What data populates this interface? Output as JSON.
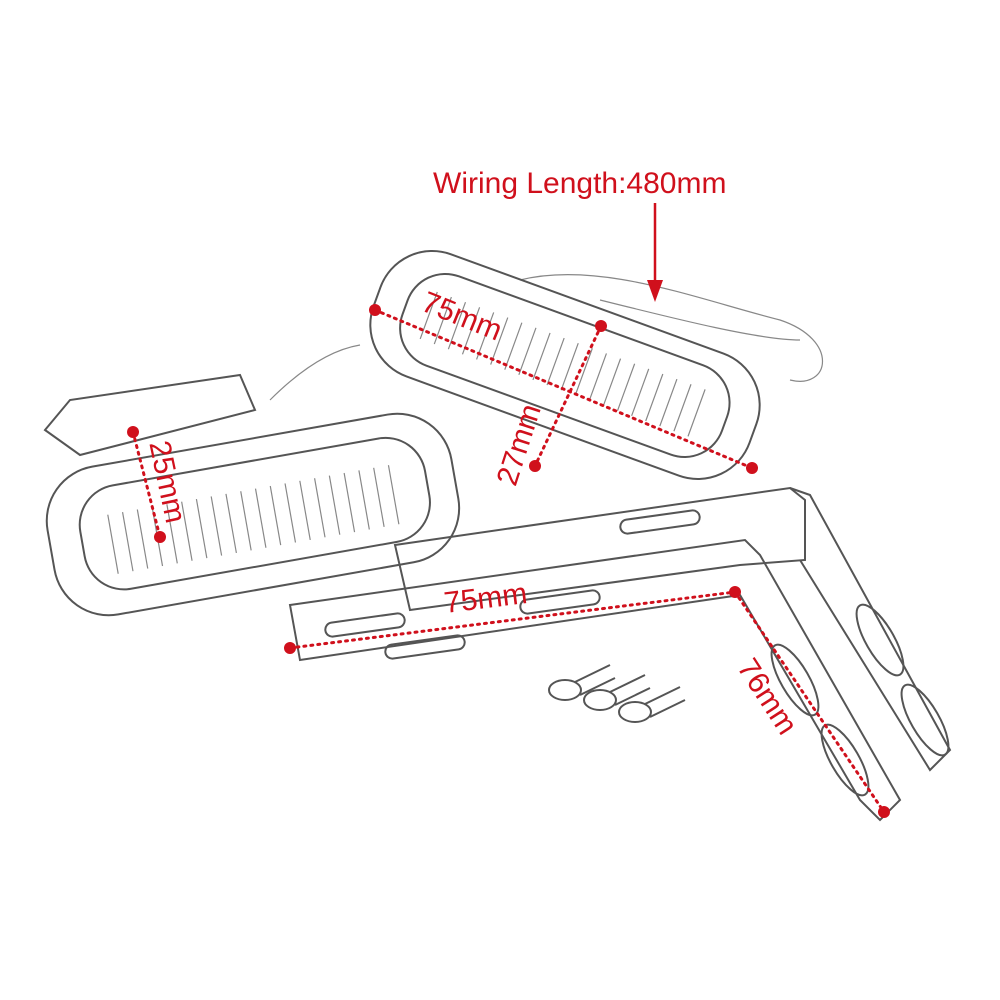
{
  "title": "Wiring Length:480mm",
  "dimensions": {
    "lamp_length_top": "75mm",
    "lamp_height_top": "27mm",
    "lamp_height_left": "25mm",
    "bracket_length": "75mm",
    "bracket_height": "76mm"
  },
  "colors": {
    "accent": "#d0101c",
    "line_art": "#555555"
  }
}
